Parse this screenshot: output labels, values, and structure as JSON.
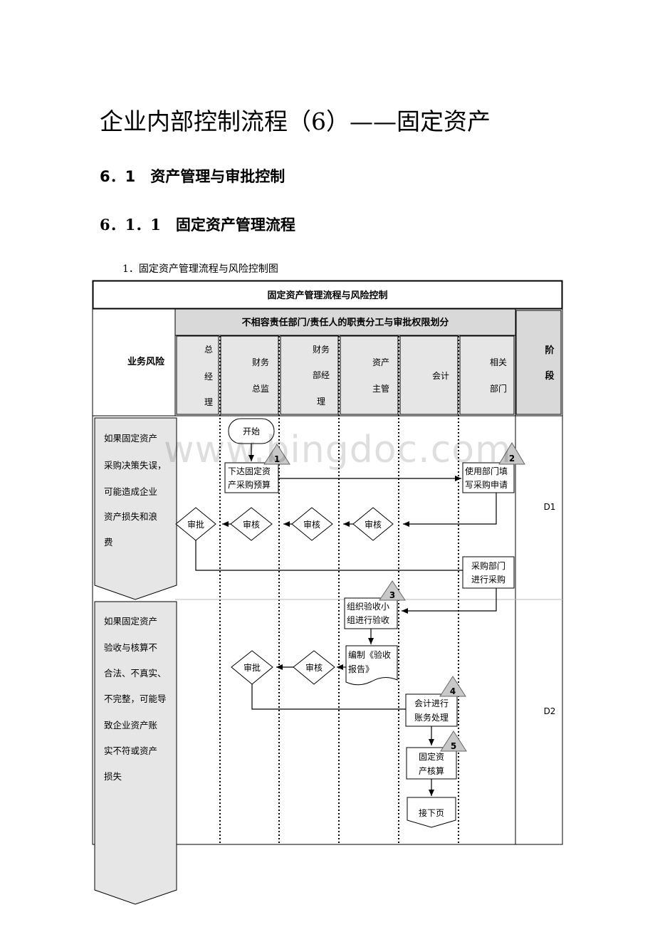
{
  "document": {
    "title": "企业内部控制流程（6）——固定资产",
    "section": "6．1　资产管理与审批控制",
    "subsection": "6．1．1　固定资产管理流程",
    "caption": "1．固定资产管理流程与风险控制图"
  },
  "watermark": "www.bingdoc.com",
  "table": {
    "title": "固定资产管理流程与风险控制",
    "risk_header": "业务风险",
    "division_header": "不相容责任部门/责任人的职责分工与审批权限划分",
    "roles": [
      {
        "lines": [
          "总",
          "经",
          "理"
        ]
      },
      {
        "lines": [
          "财务",
          "总监"
        ]
      },
      {
        "lines": [
          "财务",
          "部经",
          "理"
        ]
      },
      {
        "lines": [
          "资产",
          "主管"
        ]
      },
      {
        "lines": [
          "会计"
        ]
      },
      {
        "lines": [
          "相关",
          "部门"
        ]
      }
    ],
    "stage_header": [
      "阶",
      "段"
    ],
    "stages": [
      "D1",
      "D2"
    ],
    "risks": [
      {
        "lines": [
          "如果固定资产",
          "采购决策失误，",
          "可能造成企业",
          "资产损失和浪",
          "费"
        ]
      },
      {
        "lines": [
          "如果固定资产",
          "验收与核算不",
          "合法、不真实、",
          "不完整，可能导",
          "致企业资产账",
          "实不符或资产",
          "损失"
        ]
      }
    ]
  },
  "flow": {
    "start": "开始",
    "step_budget": [
      "下达固定资",
      "产采购预算"
    ],
    "step_apply": [
      "使用部门填",
      "写采购申请"
    ],
    "approve_ceo_1": "审批",
    "review_cfo": "审核",
    "review_fin_mgr": "审核",
    "review_asset": "审核",
    "step_purchase": [
      "采购部门",
      "进行采购"
    ],
    "step_accept": [
      "组织验收小",
      "组进行验收"
    ],
    "doc_report": [
      "编制《验收",
      "报告》"
    ],
    "approve_cfo_2": "审批",
    "review_fin_mgr_2": "审核",
    "step_account": [
      "会计进行",
      "账务处理"
    ],
    "step_fixed": [
      "固定资",
      "产核算"
    ],
    "next_page": "接下页",
    "markers": [
      "1",
      "2",
      "3",
      "4",
      "5"
    ]
  }
}
